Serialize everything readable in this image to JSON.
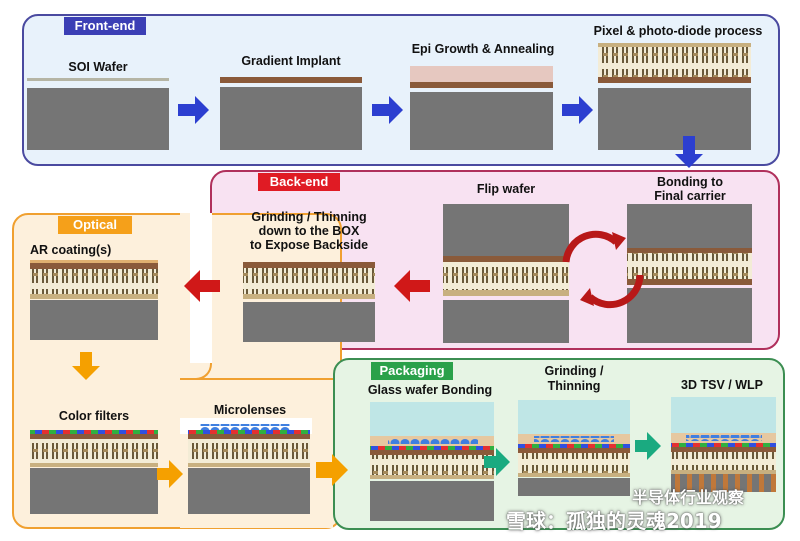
{
  "sections": {
    "front_end": {
      "title": "Front-end",
      "color": "#3b3fb5",
      "border": "#4a4aa0",
      "fill": "#e8f2fb"
    },
    "back_end": {
      "title": "Back-end",
      "color": "#e01b24",
      "border": "#b0305c",
      "fill": "#f8e2f2"
    },
    "optical": {
      "title": "Optical",
      "color": "#f5a01a",
      "border": "#f0a030",
      "fill": "#fdf0dc"
    },
    "packaging": {
      "title": "Packaging",
      "color": "#2aa14a",
      "border": "#3c8e52",
      "fill": "#e6f4e4"
    }
  },
  "steps": {
    "soi_wafer": "SOI Wafer",
    "gradient_implant": "Gradient Implant",
    "epi_growth": "Epi Growth & Annealing",
    "pixel_process": "Pixel & photo-diode process",
    "bonding_1": "Bonding to",
    "bonding_2": "Final carrier",
    "flip_wafer": "Flip wafer",
    "grinding_1": "Grinding / Thinning",
    "grinding_2": "down to the BOX",
    "grinding_3": "to Expose Backside",
    "ar_coating": "AR coating(s)",
    "color_filters": "Color filters",
    "microlenses": "Microlenses",
    "glass_bonding": "Glass wafer Bonding",
    "pkg_grinding_1": "Grinding /",
    "pkg_grinding_2": "Thinning",
    "tsv_wlp": "3D TSV / WLP"
  },
  "watermark": {
    "brand": "半导体行业观察",
    "line": "雪球：孤独的灵魂2019"
  },
  "colors": {
    "wafer": "#757575",
    "arrow_blue": "#2c3fd0",
    "arrow_red": "#d01818",
    "arrow_orange": "#f5a000",
    "arrow_teal": "#1aaa80",
    "glass": "#bfe6e6"
  }
}
